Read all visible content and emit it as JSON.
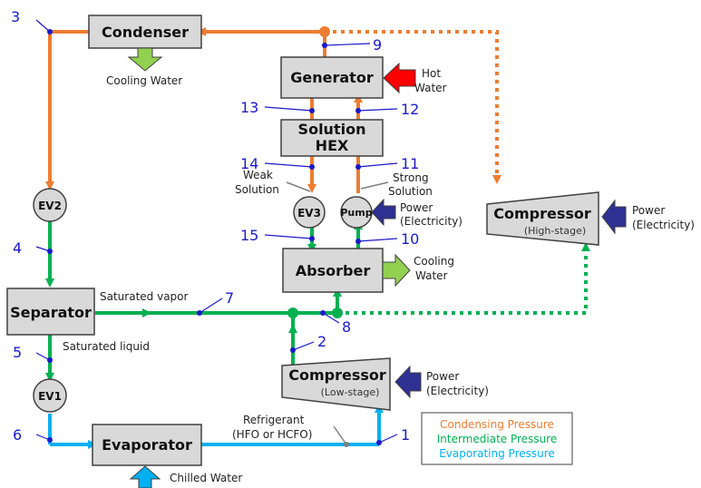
{
  "components": {
    "condenser": "Condenser",
    "generator": "Generator",
    "solution_hex_line1": "Solution",
    "solution_hex_line2": "HEX",
    "ev2": "EV2",
    "ev3": "EV3",
    "pump": "Pump",
    "ev1": "EV1",
    "absorber": "Absorber",
    "separator": "Separator",
    "evaporator": "Evaporator",
    "compressor_hs": "Compressor",
    "compressor_hs_sub": "(High-stage)",
    "compressor_ls": "Compressor",
    "compressor_ls_sub": "(Low-stage)"
  },
  "labels": {
    "cooling_water_condenser": "Cooling Water",
    "hot_water_line1": "Hot",
    "hot_water_line2": "Water",
    "weak_solution_line1": "Weak",
    "weak_solution_line2": "Solution",
    "strong_solution_line1": "Strong",
    "strong_solution_line2": "Solution",
    "power_pump_line1": "Power",
    "power_pump_line2": "(Electricity)",
    "power_hs_line1": "Power",
    "power_hs_line2": "(Electricity)",
    "power_ls_line1": "Power",
    "power_ls_line2": "(Electricity)",
    "cooling_water_absorber_line1": "Cooling",
    "cooling_water_absorber_line2": "Water",
    "saturated_vapor": "Saturated vapor",
    "saturated_liquid": "Saturated liquid",
    "refrigerant_line1": "Refrigerant",
    "refrigerant_line2": "(HFO or HCFO)",
    "chilled_water": "Chilled Water"
  },
  "state_points": {
    "p1": "1",
    "p2": "2",
    "p3": "3",
    "p4": "4",
    "p5": "5",
    "p6": "6",
    "p7": "7",
    "p8": "8",
    "p9": "9",
    "p10": "10",
    "p11": "11",
    "p12": "12",
    "p13": "13",
    "p14": "14",
    "p15": "15"
  },
  "legend": {
    "condensing": "Condensing Pressure",
    "intermediate": "Intermediate Pressure",
    "evaporating": "Evaporating Pressure"
  },
  "colors": {
    "condensing": "#ed7d31",
    "intermediate": "#00b050",
    "evaporating": "#00b0f0",
    "point": "#1a1acc",
    "hot_water_arrow": "#ff0000",
    "cooling_arrow": "#92d050",
    "chilled_arrow": "#00b0f0",
    "power_arrow": "#2e3192"
  }
}
